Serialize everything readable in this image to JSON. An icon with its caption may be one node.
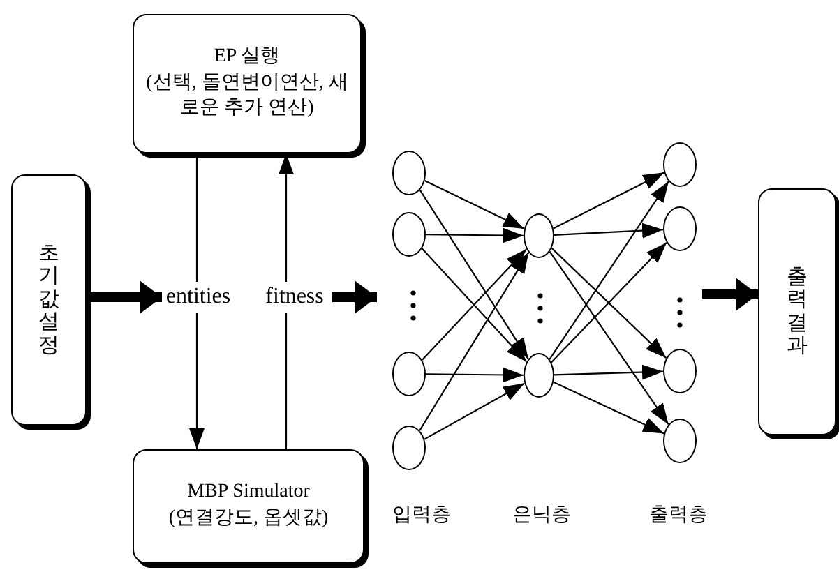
{
  "diagram": {
    "nodes": [
      {
        "text": [
          "초기값설정"
        ]
      },
      {
        "text": [
          "EP 실행",
          "(선택, 돌연변이연산, 새로운 추가 연산)"
        ]
      },
      {
        "text": [
          "entities"
        ]
      },
      {
        "text": [
          "fitness"
        ]
      },
      {
        "text": [
          "MBP Simulator",
          "(연결강도, 옵셋값)"
        ]
      },
      {
        "text": [],
        "shape": "circle"
      },
      {
        "text": [],
        "shape": "circle"
      },
      {
        "text": [],
        "shape": "circle"
      },
      {
        "text": [],
        "shape": "circle"
      },
      {
        "text": [],
        "shape": "circle"
      },
      {
        "text": [],
        "shape": "circle"
      },
      {
        "text": [],
        "shape": "circle"
      },
      {
        "text": [],
        "shape": "circle"
      },
      {
        "text": [],
        "shape": "circle"
      },
      {
        "text": [],
        "shape": "circle"
      },
      {
        "text": [
          "출력결과"
        ]
      }
    ],
    "edges": [
      {
        "from": 0,
        "to": 2,
        "arrow": "to",
        "style": "thick"
      },
      {
        "from": 1,
        "to": 2,
        "arrow": "none"
      },
      {
        "from": 2,
        "to": 4,
        "arrow": "to"
      },
      {
        "from": 4,
        "to": 3,
        "arrow": "none"
      },
      {
        "from": 3,
        "to": 1,
        "arrow": "to"
      },
      {
        "from": 3,
        "to": null,
        "arrow": "to",
        "style": "thick"
      },
      {
        "from": null,
        "to": 15,
        "arrow": "to",
        "style": "thick"
      },
      {
        "from": 5,
        "to": 9,
        "arrow": "to"
      },
      {
        "from": 5,
        "to": 10,
        "arrow": "to"
      },
      {
        "from": 6,
        "to": 9,
        "arrow": "to"
      },
      {
        "from": 6,
        "to": 10,
        "arrow": "to"
      },
      {
        "from": 7,
        "to": 9,
        "arrow": "to"
      },
      {
        "from": 7,
        "to": 10,
        "arrow": "to"
      },
      {
        "from": 8,
        "to": 9,
        "arrow": "to"
      },
      {
        "from": 8,
        "to": 10,
        "arrow": "to"
      },
      {
        "from": 9,
        "to": 11,
        "arrow": "to"
      },
      {
        "from": 9,
        "to": 12,
        "arrow": "to"
      },
      {
        "from": 9,
        "to": 13,
        "arrow": "to"
      },
      {
        "from": 9,
        "to": 14,
        "arrow": "to"
      },
      {
        "from": 10,
        "to": 11,
        "arrow": "to"
      },
      {
        "from": 10,
        "to": 12,
        "arrow": "to"
      },
      {
        "from": 10,
        "to": 13,
        "arrow": "to"
      },
      {
        "from": 10,
        "to": 14,
        "arrow": "to"
      }
    ],
    "labels": [
      "입력층",
      "은닉층",
      "출력층"
    ]
  }
}
